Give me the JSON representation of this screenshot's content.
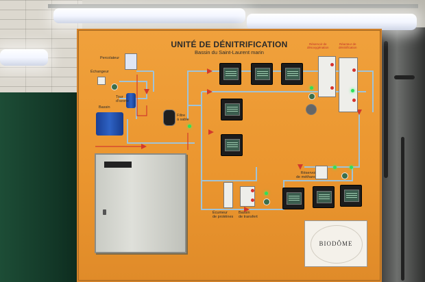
{
  "panel": {
    "title": "UNITÉ DE DÉNITRIFICATION",
    "subtitle": "Bassin du Saint-Laurent marin"
  },
  "labels": {
    "percolateur": "Percolateur",
    "echangeur": "Échangeur",
    "tour_ozone": "Tour\nd'ozone",
    "bassin": "Bassin",
    "filtre_sable": "Filtre\nà sable",
    "reservoir_desoxy": "Réservoir de\ndésoxygénation",
    "reacteur_denit": "Réacteur de\ndénitrification",
    "reservoir_methanol": "Réservoir\nde méthanol",
    "ecumeur": "Écumeur\nde protéines",
    "bassin_transfert": "Bassin\nde transfert"
  },
  "logo": {
    "text": "BIODÔME"
  },
  "colors": {
    "board": "#eb962f",
    "flow_line": "#9fc3d9",
    "arrow_red": "#d23a2c",
    "tank_blue": "#2e62c4",
    "led_green": "#2fe05a"
  }
}
